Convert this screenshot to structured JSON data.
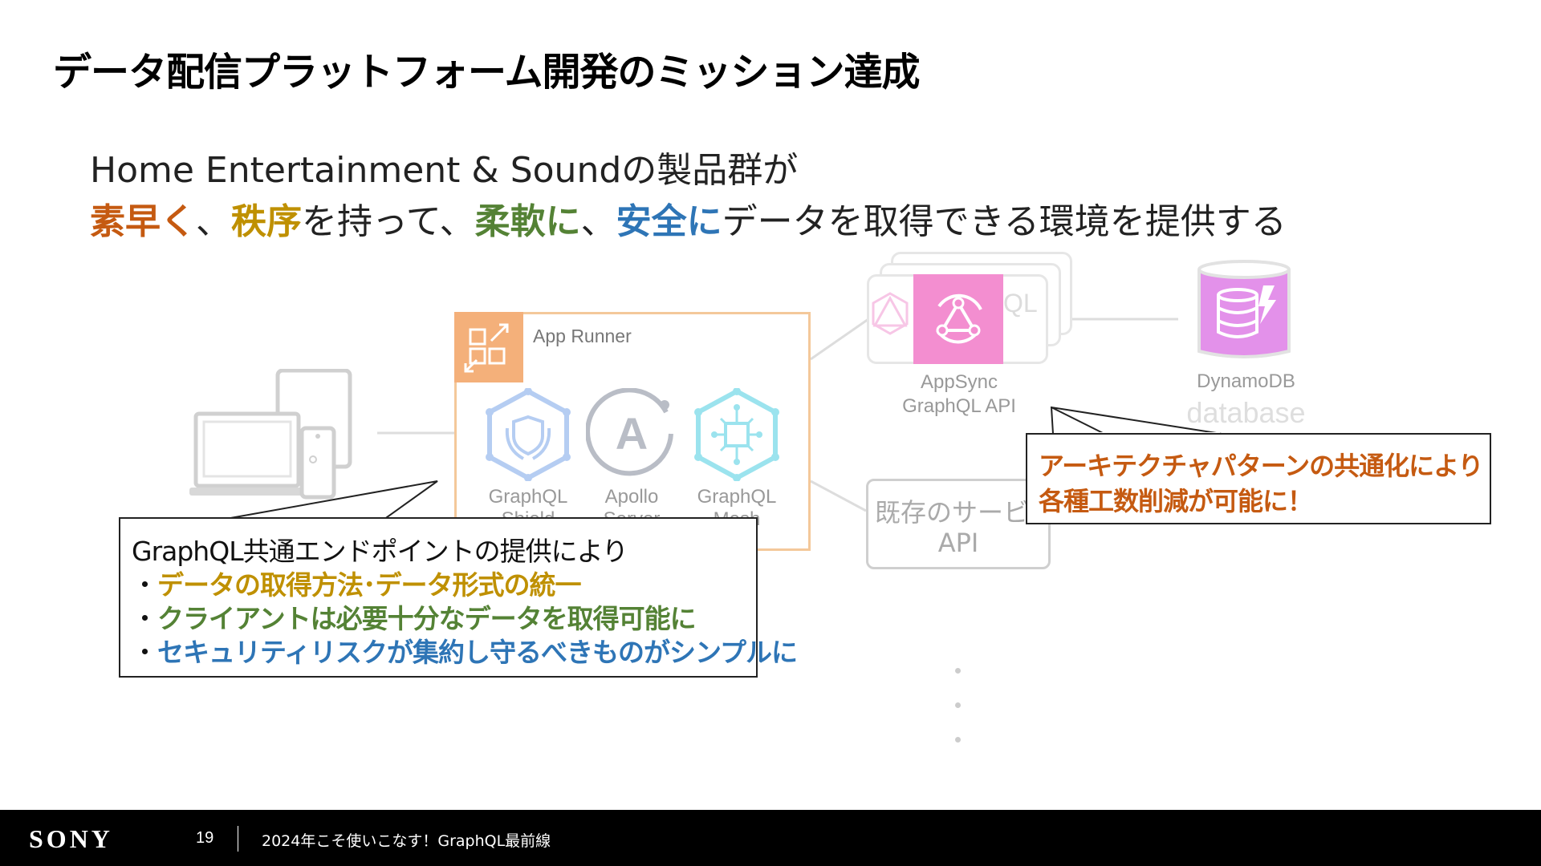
{
  "title": "データ配信プラットフォーム開発のミッション達成",
  "subtitle": {
    "line1": "Home Entertainment & Soundの製品群が",
    "line2": {
      "p1": "素早く",
      "s1": "、",
      "p2": "秩序",
      "s2": "を持って、",
      "p3": "柔軟に",
      "s3": "、",
      "p4": "安全に",
      "s4": "データを取得できる環境を提供する"
    }
  },
  "colors": {
    "orange": "#c55a11",
    "gold": "#bf9000",
    "green": "#548235",
    "blue": "#2e75b6",
    "apprunner": "#f4b07a",
    "appsync": "#f38ed0",
    "dynamodb": "#e391ea"
  },
  "diagram": {
    "apprunner_label": "App Runner",
    "services": [
      {
        "name": "GraphQL Shield",
        "icon": "shield-icon"
      },
      {
        "name": "Apollo Server",
        "icon": "apollo-icon"
      },
      {
        "name": "GraphQL Mesh",
        "icon": "mesh-icon"
      }
    ],
    "svc_label_lines": {
      "shield_1": "GraphQL",
      "shield_2": "Shield",
      "apollo_1": "Apollo",
      "apollo_2": "Server",
      "mesh_1": "GraphQL",
      "mesh_2": "Mesh"
    },
    "appsync_ql": "QL",
    "appsync_label_1": "AppSync",
    "appsync_label_2": "GraphQL API",
    "dynamodb_label": "DynamoDB",
    "dynamodb_sub": "database",
    "existing_line1": "既存のサービス",
    "existing_line2": "API"
  },
  "callout_left": {
    "line0": "GraphQL共通エンドポイントの提供により",
    "bullet": "・",
    "line1": "データの取得方法･データ形式の統一",
    "line2": "クライアントは必要十分なデータを取得可能に",
    "line3": "セキュリティリスクが集約し守るべきものがシンプルに"
  },
  "callout_right": {
    "line1": "アーキテクチャパターンの共通化により",
    "line2": "各種工数削減が可能に！"
  },
  "footer": {
    "brand": "SONY",
    "page": "19",
    "text": "2024年こそ使いこなす！GraphQL最前線"
  }
}
